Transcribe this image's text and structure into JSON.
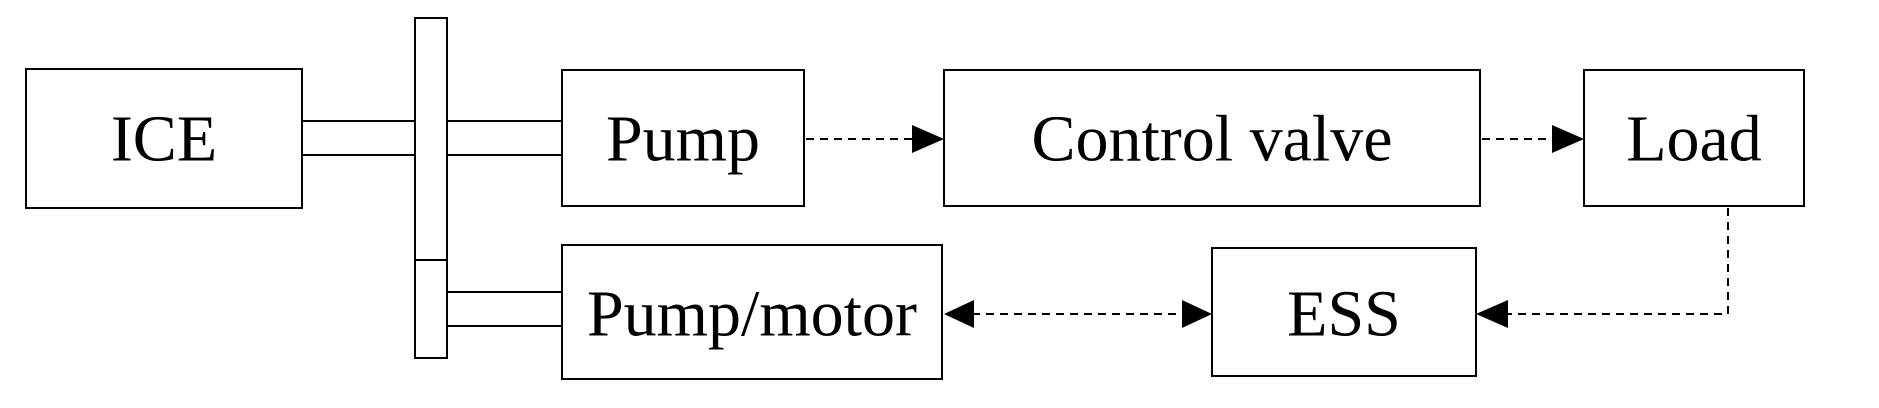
{
  "blocks": {
    "ice": "ICE",
    "pump": "Pump",
    "control_valve": "Control valve",
    "load": "Load",
    "pump_motor": "Pump/motor",
    "ess": "ESS"
  },
  "colors": {
    "line": "#000000",
    "background": "#ffffff"
  }
}
